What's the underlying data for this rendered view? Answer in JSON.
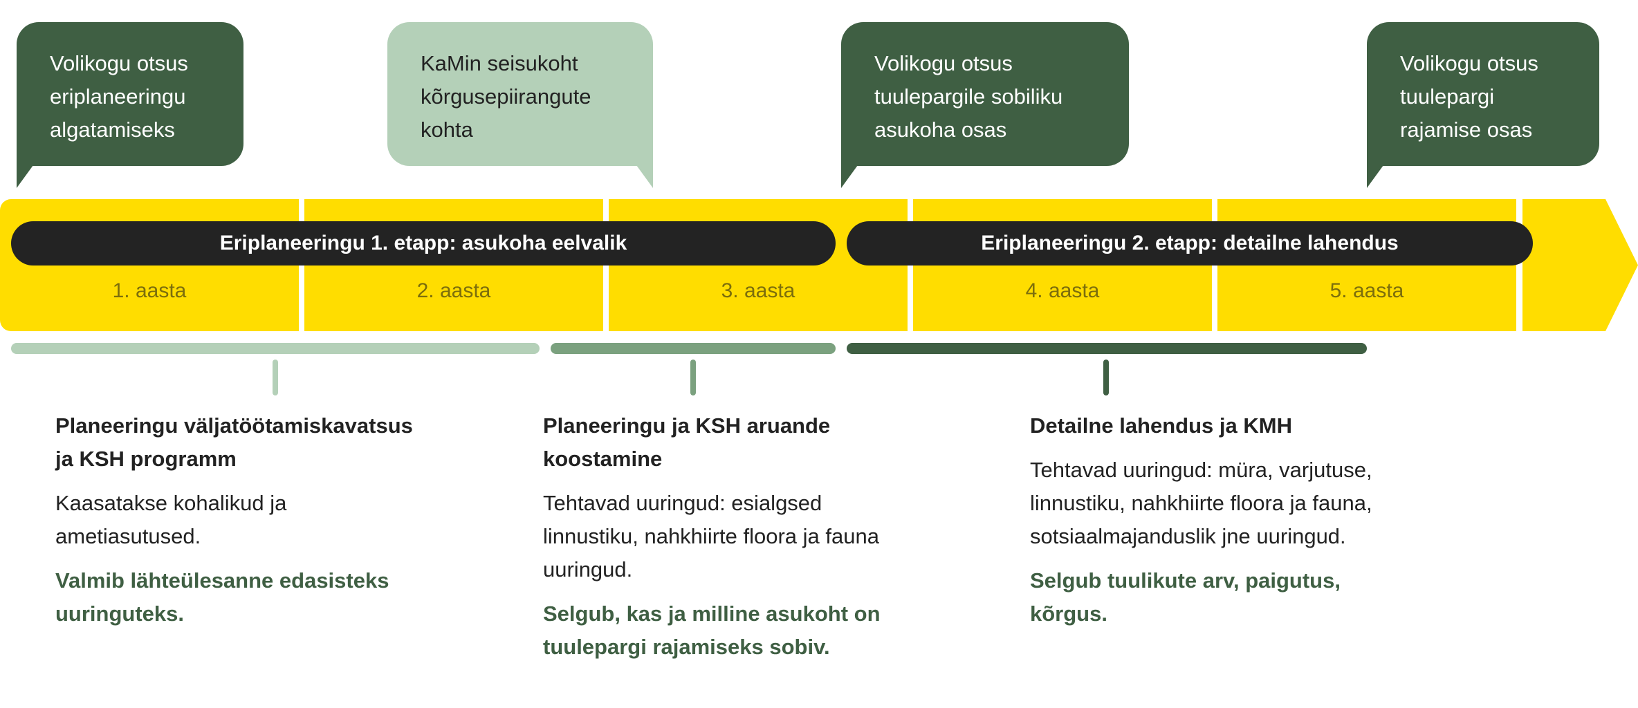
{
  "colors": {
    "yellow": "#FFDD00",
    "dark_green": "#3F5F43",
    "mid_green": "#7BA17F",
    "light_green": "#B4D0B8",
    "pill_dark": "#232323",
    "year_text": "#7C6E0C"
  },
  "milestones": [
    {
      "text": "Volikogu otsus\neriplaneeringu\nalgatamiseks",
      "style": "dark"
    },
    {
      "text": "KaMin seisukoht\nkõrgusepiirangute\nkohta",
      "style": "light"
    },
    {
      "text": "Volikogu otsus\ntuulepargile sobiliku\nasukoha osas",
      "style": "dark"
    },
    {
      "text": "Volikogu otsus\ntuulepargi\nrajamise osas",
      "style": "dark"
    }
  ],
  "years": [
    "1. aasta",
    "2. aasta",
    "3. aasta",
    "4. aasta",
    "5. aasta"
  ],
  "phases": [
    {
      "label": "Eriplaneeringu 1. etapp: asukoha eelvalik"
    },
    {
      "label": "Eriplaneeringu 2. etapp: detailne lahendus"
    }
  ],
  "stages": [
    {
      "heading": "Planeeringu väljatöötamiskavatsus\nja KSH programm",
      "body": "Kaasatakse kohalikud ja\nametiasutused.",
      "result": "Valmib lähteülesanne edasisteks\nuuringuteks."
    },
    {
      "heading": "Planeeringu ja KSH aruande\nkoostamine",
      "body": "Tehtavad uuringud: esialgsed\nlinnustiku, nahkhiirte floora ja fauna\nuuringud.",
      "result": "Selgub, kas ja milline asukoht on\ntuulepargi rajamiseks sobiv."
    },
    {
      "heading": "Detailne lahendus ja KMH",
      "body": "Tehtavad uuringud: müra, varjutuse,\nlinnustiku, nahkhiirte floora ja fauna,\nsotsiaalmajanduslik jne uuringud.",
      "result": "Selgub tuulikute arv, paigutus,\nkõrgus."
    }
  ]
}
